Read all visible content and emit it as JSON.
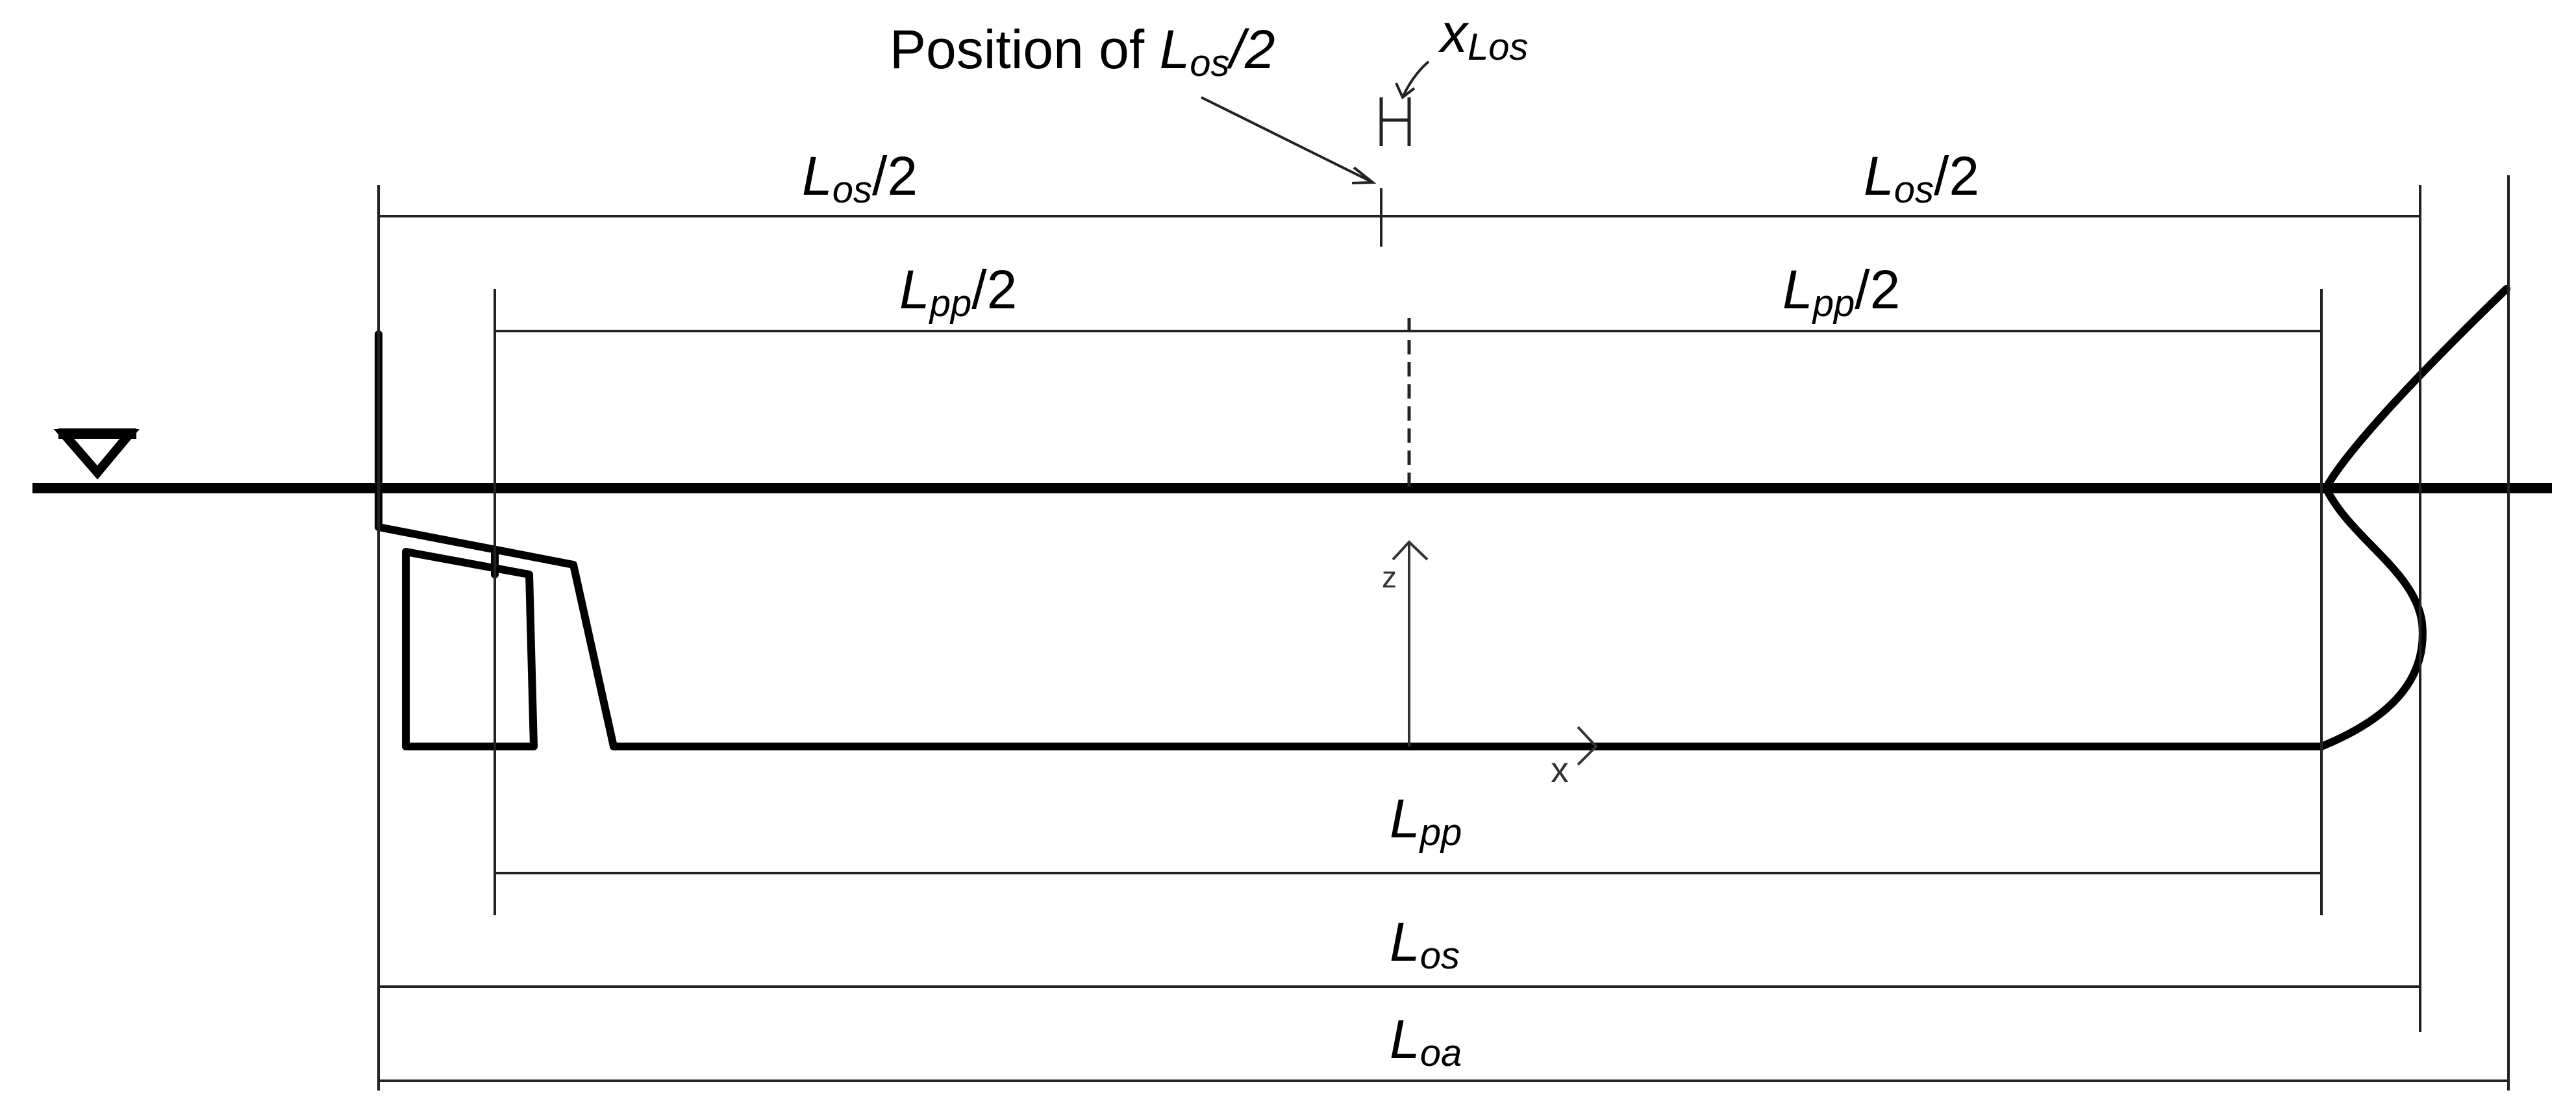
{
  "colors": {
    "ink": "#000000",
    "hull": "#000000",
    "dimension_line": "#222222",
    "axis": "#333333"
  },
  "labels": {
    "position_prefix": "Position of ",
    "L": "L",
    "os_sub": "os",
    "pp_sub": "pp",
    "oa_sub": "oa",
    "half": "/2",
    "x_Los_main": "x",
    "x_Los_sub": "Los",
    "axis_x": "x",
    "axis_z": "z"
  },
  "icons": {
    "waterline_symbol": "downward-triangle-icon"
  }
}
